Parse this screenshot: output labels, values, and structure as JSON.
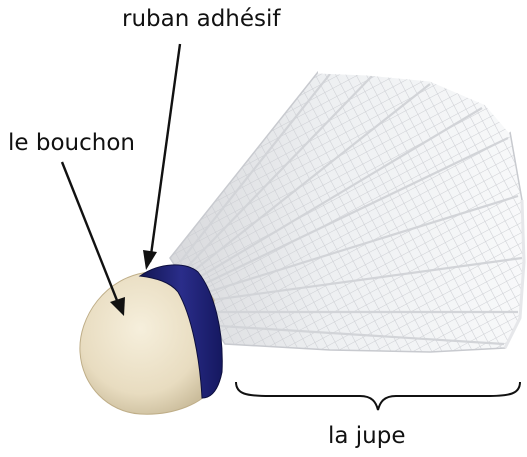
{
  "labels": {
    "tape": "ruban adhésif",
    "cork": "le bouchon",
    "skirt": "la jupe"
  },
  "colors": {
    "tape": "#23257a",
    "cork": "#ece3cc",
    "feathers": "#f3f4f6",
    "lines": "#111111"
  }
}
